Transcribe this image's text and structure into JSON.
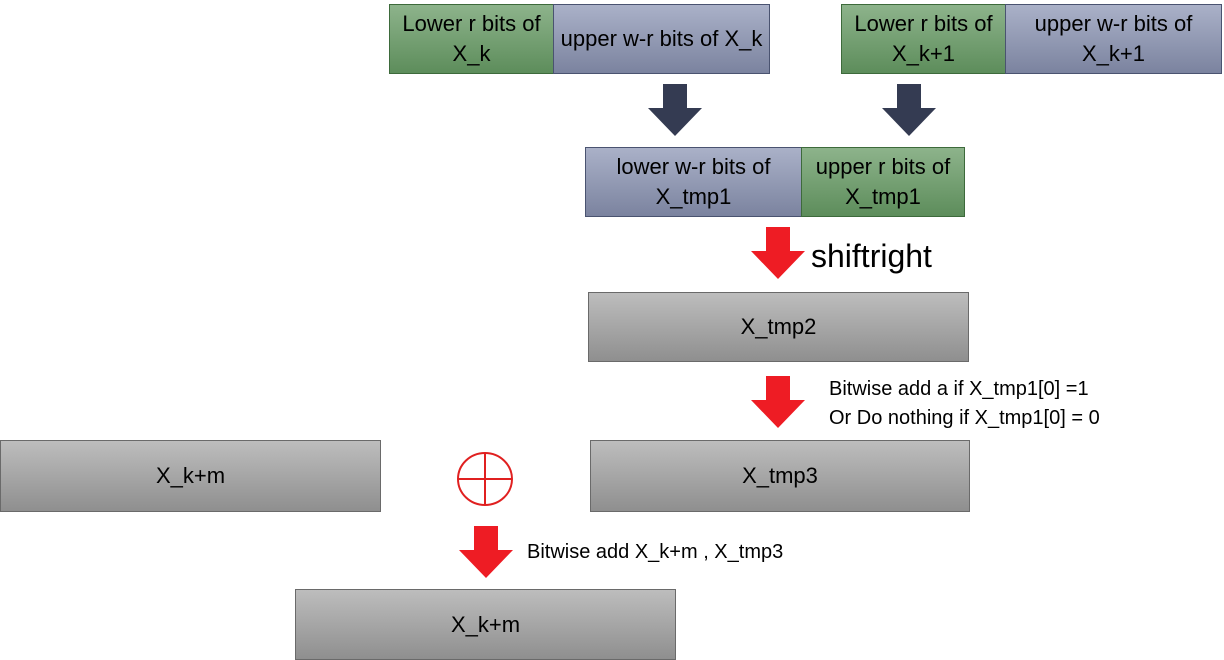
{
  "xk": {
    "lower": "Lower r bits of X_k",
    "upper": "upper w-r bits of X_k"
  },
  "xk1": {
    "lower": "Lower r bits of X_k+1",
    "upper": "upper w-r bits of X_k+1"
  },
  "tmp1": {
    "lower": "lower w-r bits of X_tmp1",
    "upper": "upper r bits of X_tmp1"
  },
  "shift_label": "shiftright",
  "tmp2": "X_tmp2",
  "condition": {
    "line1": "Bitwise add a if X_tmp1[0] =1",
    "line2": "Or Do nothing if X_tmp1[0] = 0"
  },
  "xkm_left": "X_k+m",
  "tmp3": "X_tmp3",
  "xor_label": "Bitwise add X_k+m , X_tmp3",
  "xkm_result": "X_k+m",
  "colors": {
    "green_block": "#6f9e6d",
    "blue_block": "#8f96b3",
    "gray_block": "#a6a6a6",
    "dark_arrow": "#343b52",
    "red_arrow": "#ee1c24",
    "xor_symbol": "#e02020"
  }
}
